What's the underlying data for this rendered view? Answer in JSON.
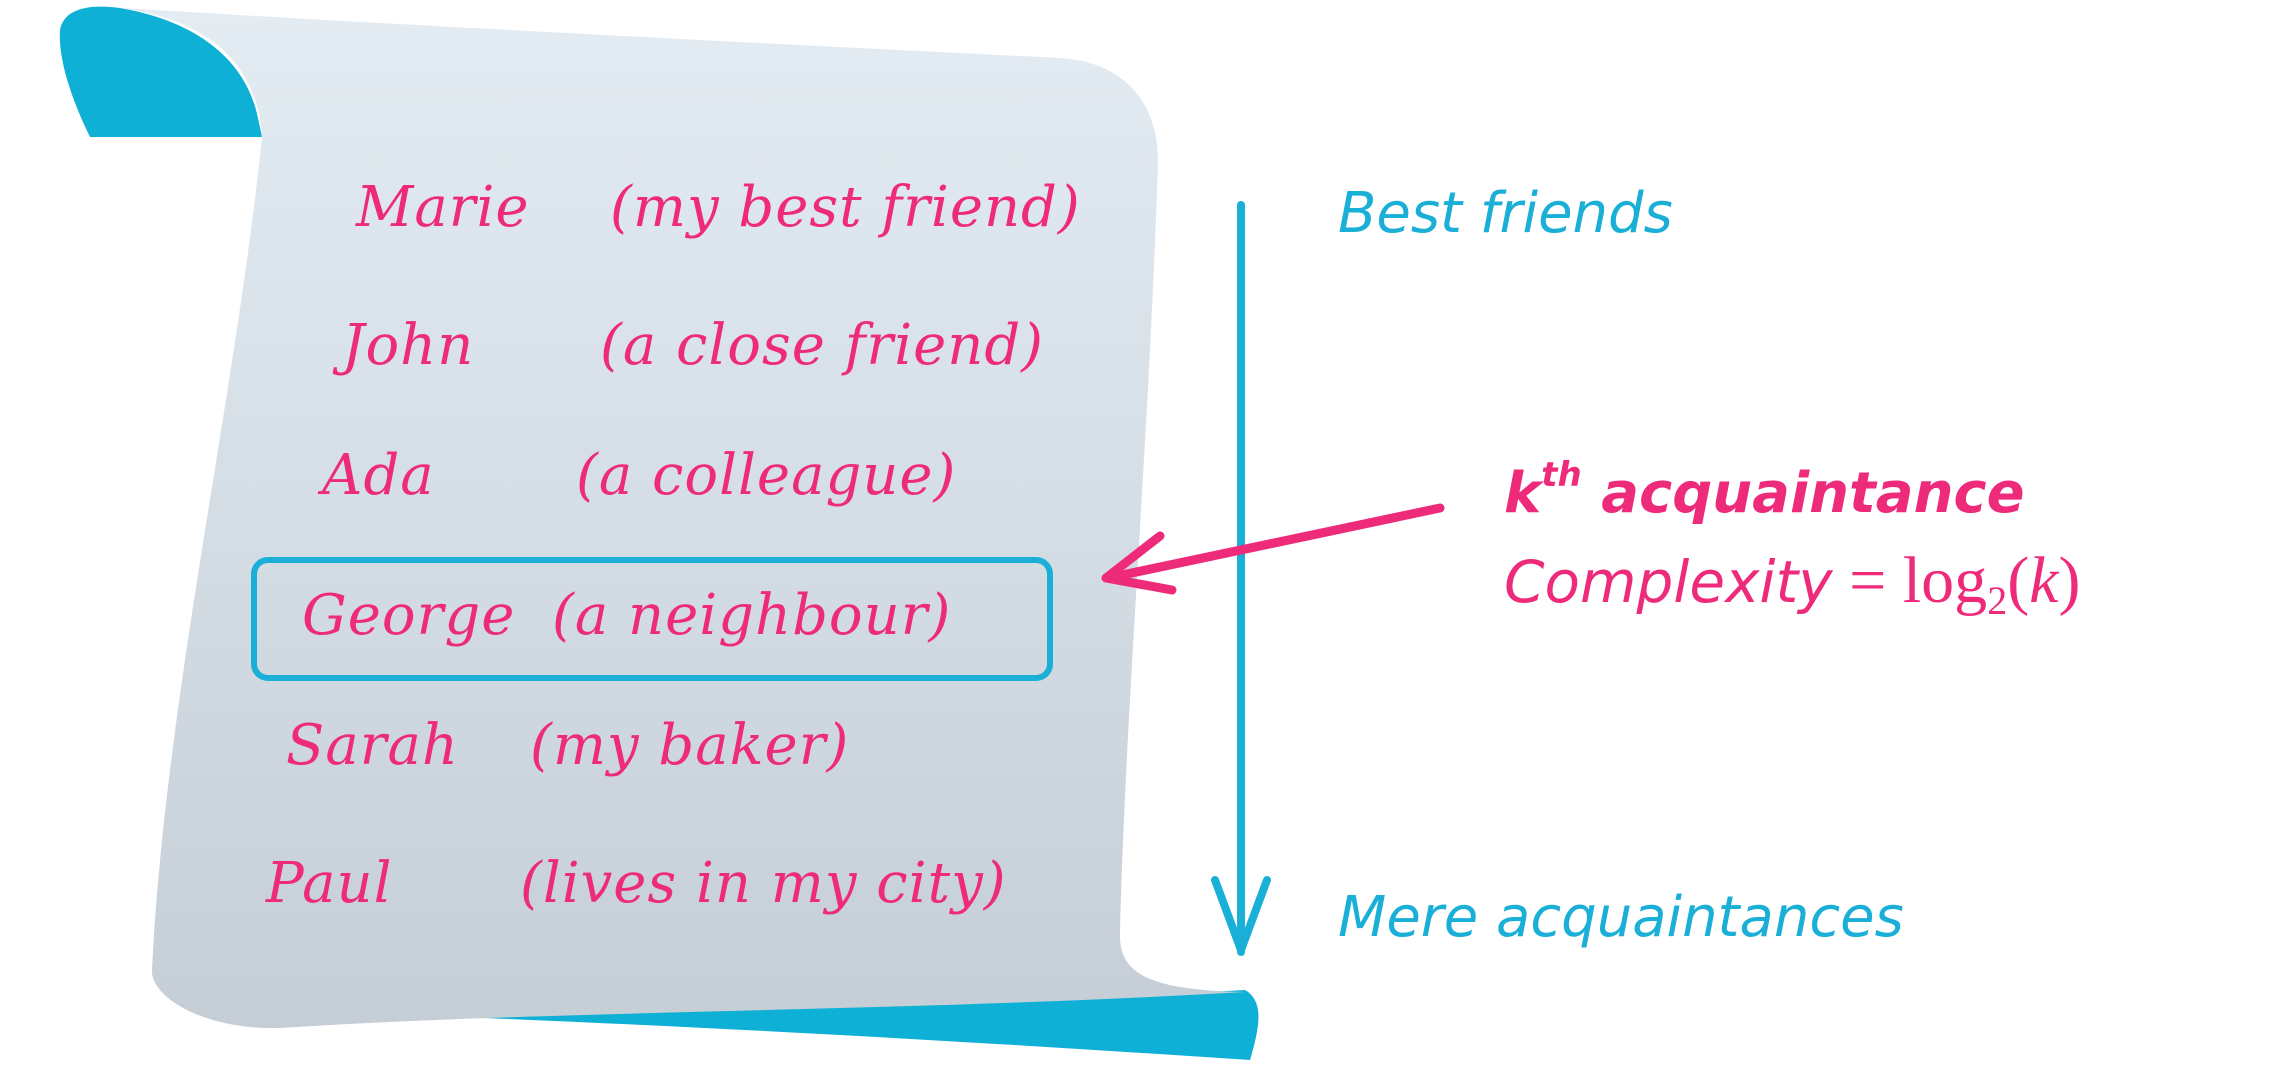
{
  "list": {
    "entries": [
      {
        "name": "Marie",
        "desc": "(my best friend)"
      },
      {
        "name": "John",
        "desc": "(a close friend)"
      },
      {
        "name": "Ada",
        "desc": "(a colleague)"
      },
      {
        "name": "George",
        "desc": "(a neighbour)"
      },
      {
        "name": "Sarah",
        "desc": "(my baker)"
      },
      {
        "name": "Paul",
        "desc": "(lives in my city)"
      }
    ],
    "highlighted_index": 3
  },
  "axis": {
    "top_label": "Best friends",
    "bottom_label": "Mere acquaintances"
  },
  "annotation": {
    "kth_k": "k",
    "kth_superscript": "th",
    "kth_rest": " acquaintance",
    "complexity_word": "Complexity",
    "equals": " = ",
    "log": "log",
    "log_base": "2",
    "paren_open": "(",
    "variable": "k",
    "paren_close": ")"
  },
  "colors": {
    "scroll_paper_light": "#e2eaf1",
    "scroll_paper_dark": "#c7d1d9",
    "scroll_curl": "#0fb0d6",
    "text_pink": "#ee2a7b",
    "axis_blue": "#1aafd6",
    "highlight_box": "#1aafd6"
  }
}
